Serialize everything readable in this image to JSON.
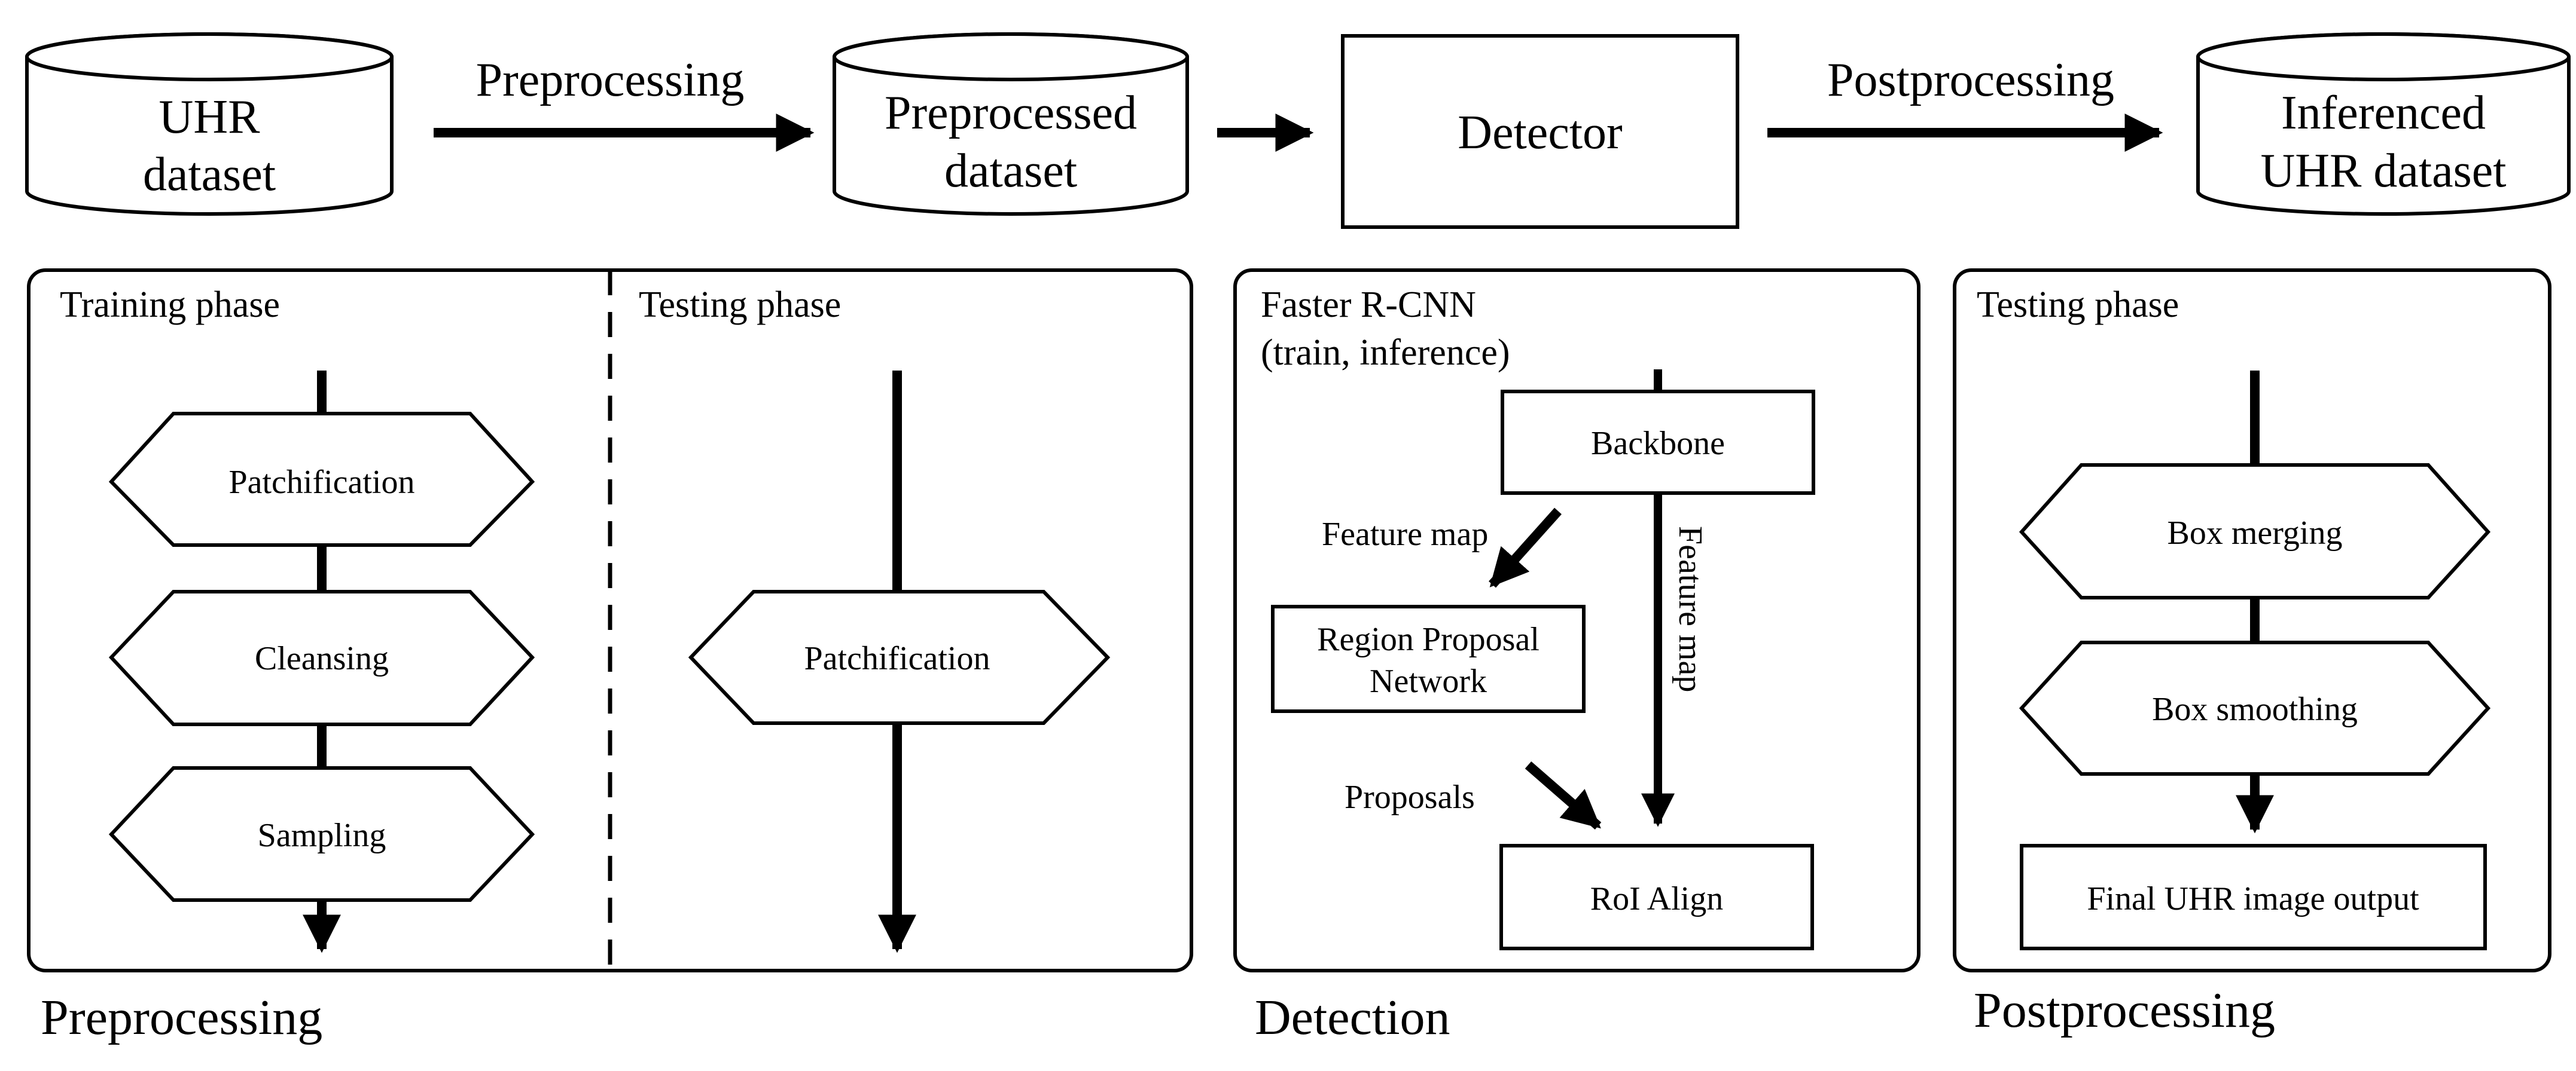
{
  "top_flow": {
    "uhr_dataset": [
      "UHR",
      "dataset"
    ],
    "preprocessing_arrow": "Preprocessing",
    "preprocessed_dataset": [
      "Preprocessed",
      "dataset"
    ],
    "detector": "Detector",
    "postprocessing_arrow": "Postprocessing",
    "inferenced_dataset": [
      "Inferenced",
      "UHR dataset"
    ]
  },
  "preprocessing_panel": {
    "training_title": "Training phase",
    "testing_title": "Testing phase",
    "training_steps": [
      "Patchification",
      "Cleansing",
      "Sampling"
    ],
    "testing_steps": [
      "Patchification"
    ],
    "caption": "Preprocessing"
  },
  "detection_panel": {
    "title_line1": "Faster R-CNN",
    "title_line2": "(train, inference)",
    "backbone": "Backbone",
    "feature_map_left": "Feature map",
    "feature_map_right": "Feature map",
    "rpn_line1": "Region Proposal",
    "rpn_line2": "Network",
    "proposals": "Proposals",
    "roi_align": "RoI Align",
    "caption": "Detection"
  },
  "postprocessing_panel": {
    "title": "Testing phase",
    "steps": [
      "Box merging",
      "Box smoothing"
    ],
    "final_output": "Final UHR image output",
    "caption": "Postprocessing"
  }
}
